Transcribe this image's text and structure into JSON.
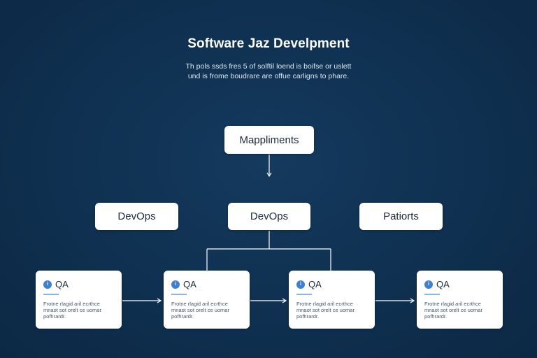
{
  "title": "Software Jaz Develpment",
  "subtitle": {
    "line1": "Th pols ssds fres 5 of solftil loend is boifse or uslett",
    "line2": "und is frome boudrare are offue carligns to phare."
  },
  "nodes": {
    "top": "Mappliments",
    "left": "DevOps",
    "center": "DevOps",
    "right": "Patiorts"
  },
  "cards": [
    {
      "icon": "info-icon",
      "title": "QA",
      "text": [
        "Frotne rlagid aril ecrthce",
        "mnaot sot orelt ce uomar",
        "pofhrardr."
      ]
    },
    {
      "icon": "info-icon",
      "title": "QA",
      "text": [
        "Frotne rlagid aril ecrthce",
        "mnaot sot orelt ce uomar",
        "pofhrardr."
      ]
    },
    {
      "icon": "info-icon",
      "title": "QA",
      "text": [
        "Frotne rlagid aril ecrthce",
        "mnaot sot orelt ce uomar",
        "pofhrardr."
      ]
    },
    {
      "icon": "info-icon",
      "title": "QA",
      "text": [
        "Frotne rlagid aril ecrthce",
        "mnaot sot orelt ce uomar",
        "pofhrardr."
      ]
    }
  ],
  "colors": {
    "background": "#0f3050",
    "box": "#ffffff",
    "connector": "#ffffff",
    "icon_accent": "#3f7fd0"
  }
}
